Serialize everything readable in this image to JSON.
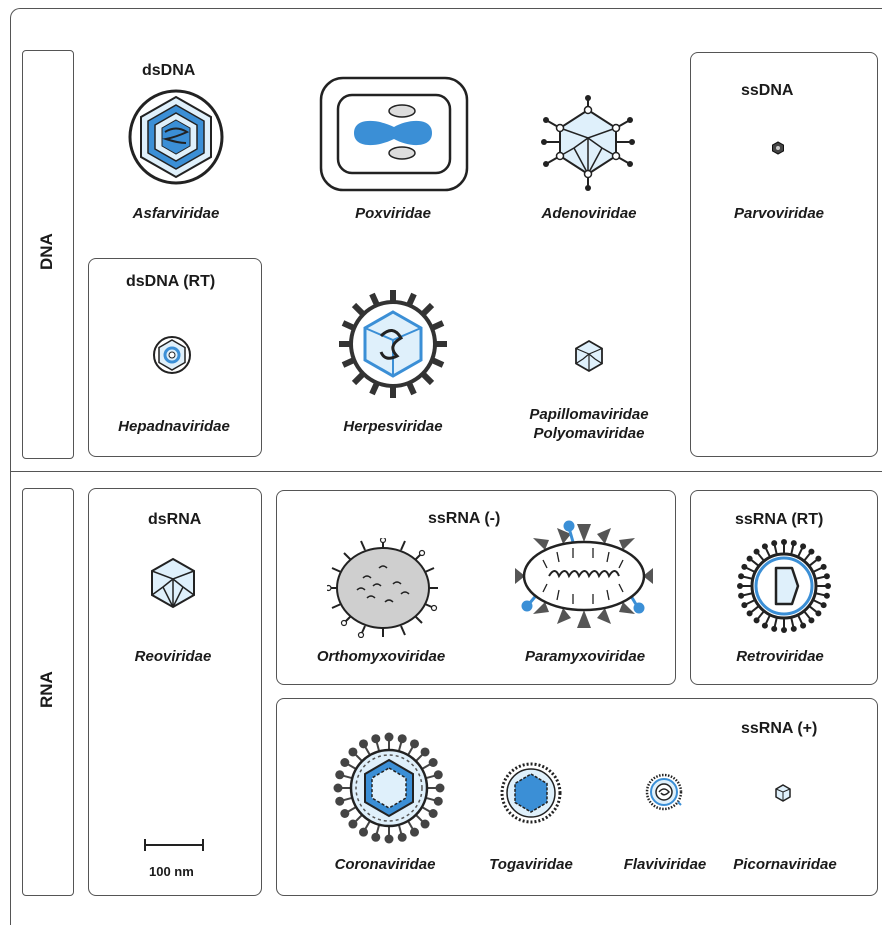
{
  "sections": {
    "dna_label": "DNA",
    "rna_label": "RNA"
  },
  "groups": {
    "dsdna": "dsDNA",
    "ssdna": "ssDNA",
    "dsdna_rt": "dsDNA (RT)",
    "dsrna": "dsRNA",
    "ssrna_neg": "ssRNA (-)",
    "ssrna_rt": "ssRNA (RT)",
    "ssrna_pos": "ssRNA (+)"
  },
  "families": {
    "asfarviridae": "Asfarviridae",
    "poxviridae": "Poxviridae",
    "adenoviridae": "Adenoviridae",
    "parvoviridae": "Parvoviridae",
    "hepadnaviridae": "Hepadnaviridae",
    "herpesviridae": "Herpesviridae",
    "papillomaviridae": "Papillomaviridae",
    "polyomaviridae": "Polyomaviridae",
    "reoviridae": "Reoviridae",
    "orthomyxoviridae": "Orthomyxoviridae",
    "paramyxoviridae": "Paramyxoviridae",
    "retroviridae": "Retroviridae",
    "coronaviridae": "Coronaviridae",
    "togaviridae": "Togaviridae",
    "flaviviridae": "Flaviviridae",
    "picornaviridae": "Picornaviridae"
  },
  "scale": {
    "label": "100 nm"
  },
  "colors": {
    "accent_blue": "#3b8fd6",
    "light_blue": "#dff0fb",
    "outline": "#222222",
    "grey": "#cfcfcf"
  }
}
